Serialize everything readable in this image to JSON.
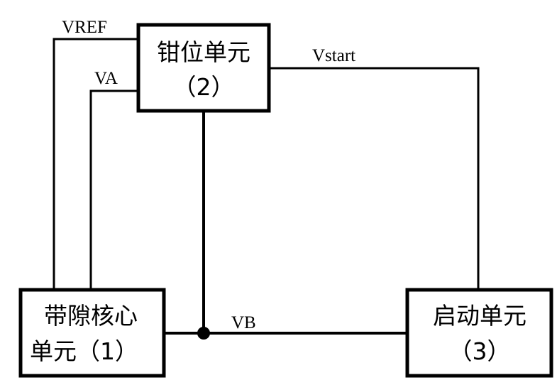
{
  "diagram": {
    "blocks": [
      {
        "id": 1,
        "line1": "带隙核心",
        "line2": "单元（1）"
      },
      {
        "id": 2,
        "line1": "钳位单元",
        "line2": "（2）"
      },
      {
        "id": 3,
        "line1": "启动单元",
        "line2": "（3）"
      }
    ],
    "signals": {
      "vref": "VREF",
      "va": "VA",
      "vstart": "Vstart",
      "vb": "VB"
    },
    "colors": {
      "stroke": "#000000",
      "background": "#ffffff"
    }
  }
}
